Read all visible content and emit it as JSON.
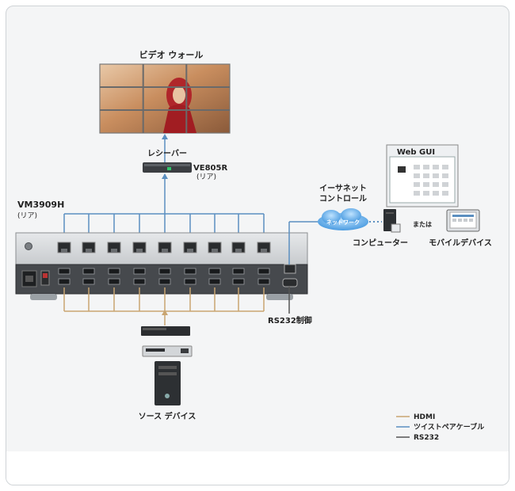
{
  "labels": {
    "video_wall": "ビデオ ウォール",
    "receiver": "レシーバー",
    "receiver_model": "VE805R",
    "receiver_rear": "(リア)",
    "switch_model": "VM3909H",
    "switch_rear": "(リア)",
    "web_gui": "Web GUI",
    "ethernet_line1": "イーサネット",
    "ethernet_line2": "コントロール",
    "network": "ネットワーク",
    "or": "または",
    "computer": "コンピューター",
    "mobile": "モバイルデバイス",
    "rs232_control": "RS232制御",
    "source": "ソース デバイス"
  },
  "legend": [
    {
      "label": "HDMI",
      "color": "#c9a571"
    },
    {
      "label": "ツイストペアケーブル",
      "color": "#5b8fc0"
    },
    {
      "label": "RS232",
      "color": "#555555"
    }
  ],
  "colors": {
    "hdmi": "#c9a571",
    "twisted_pair": "#5b8fc0",
    "rs232": "#555555",
    "device_body": "#4a4d51",
    "panel": "#d9dbdd"
  }
}
